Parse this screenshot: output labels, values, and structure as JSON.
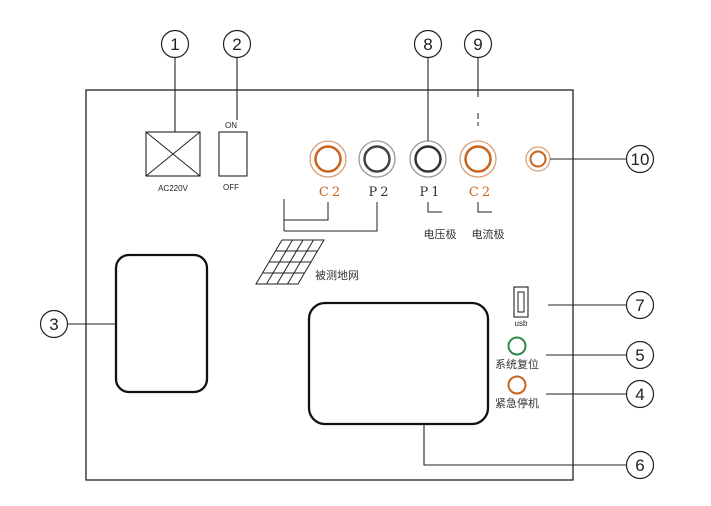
{
  "callouts": [
    "1",
    "2",
    "3",
    "4",
    "5",
    "6",
    "7",
    "8",
    "9",
    "10"
  ],
  "power": {
    "label": "AC220V"
  },
  "switch": {
    "on_label": "ON",
    "off_label": "OFF"
  },
  "jacks": {
    "c2_left": "C2",
    "p2": "P2",
    "p1": "P1",
    "c2_right": "C2"
  },
  "electrodes": {
    "voltage": "电压极",
    "current": "电流极"
  },
  "grid_label": "被测地网",
  "usb_label": "usb",
  "reset_label": "系统复位",
  "estop_label": "紧急停机",
  "colors": {
    "copper": "#c8641e",
    "gray_ring": "#9a9a9a",
    "green": "#2a8a4a",
    "line": "#222222"
  }
}
